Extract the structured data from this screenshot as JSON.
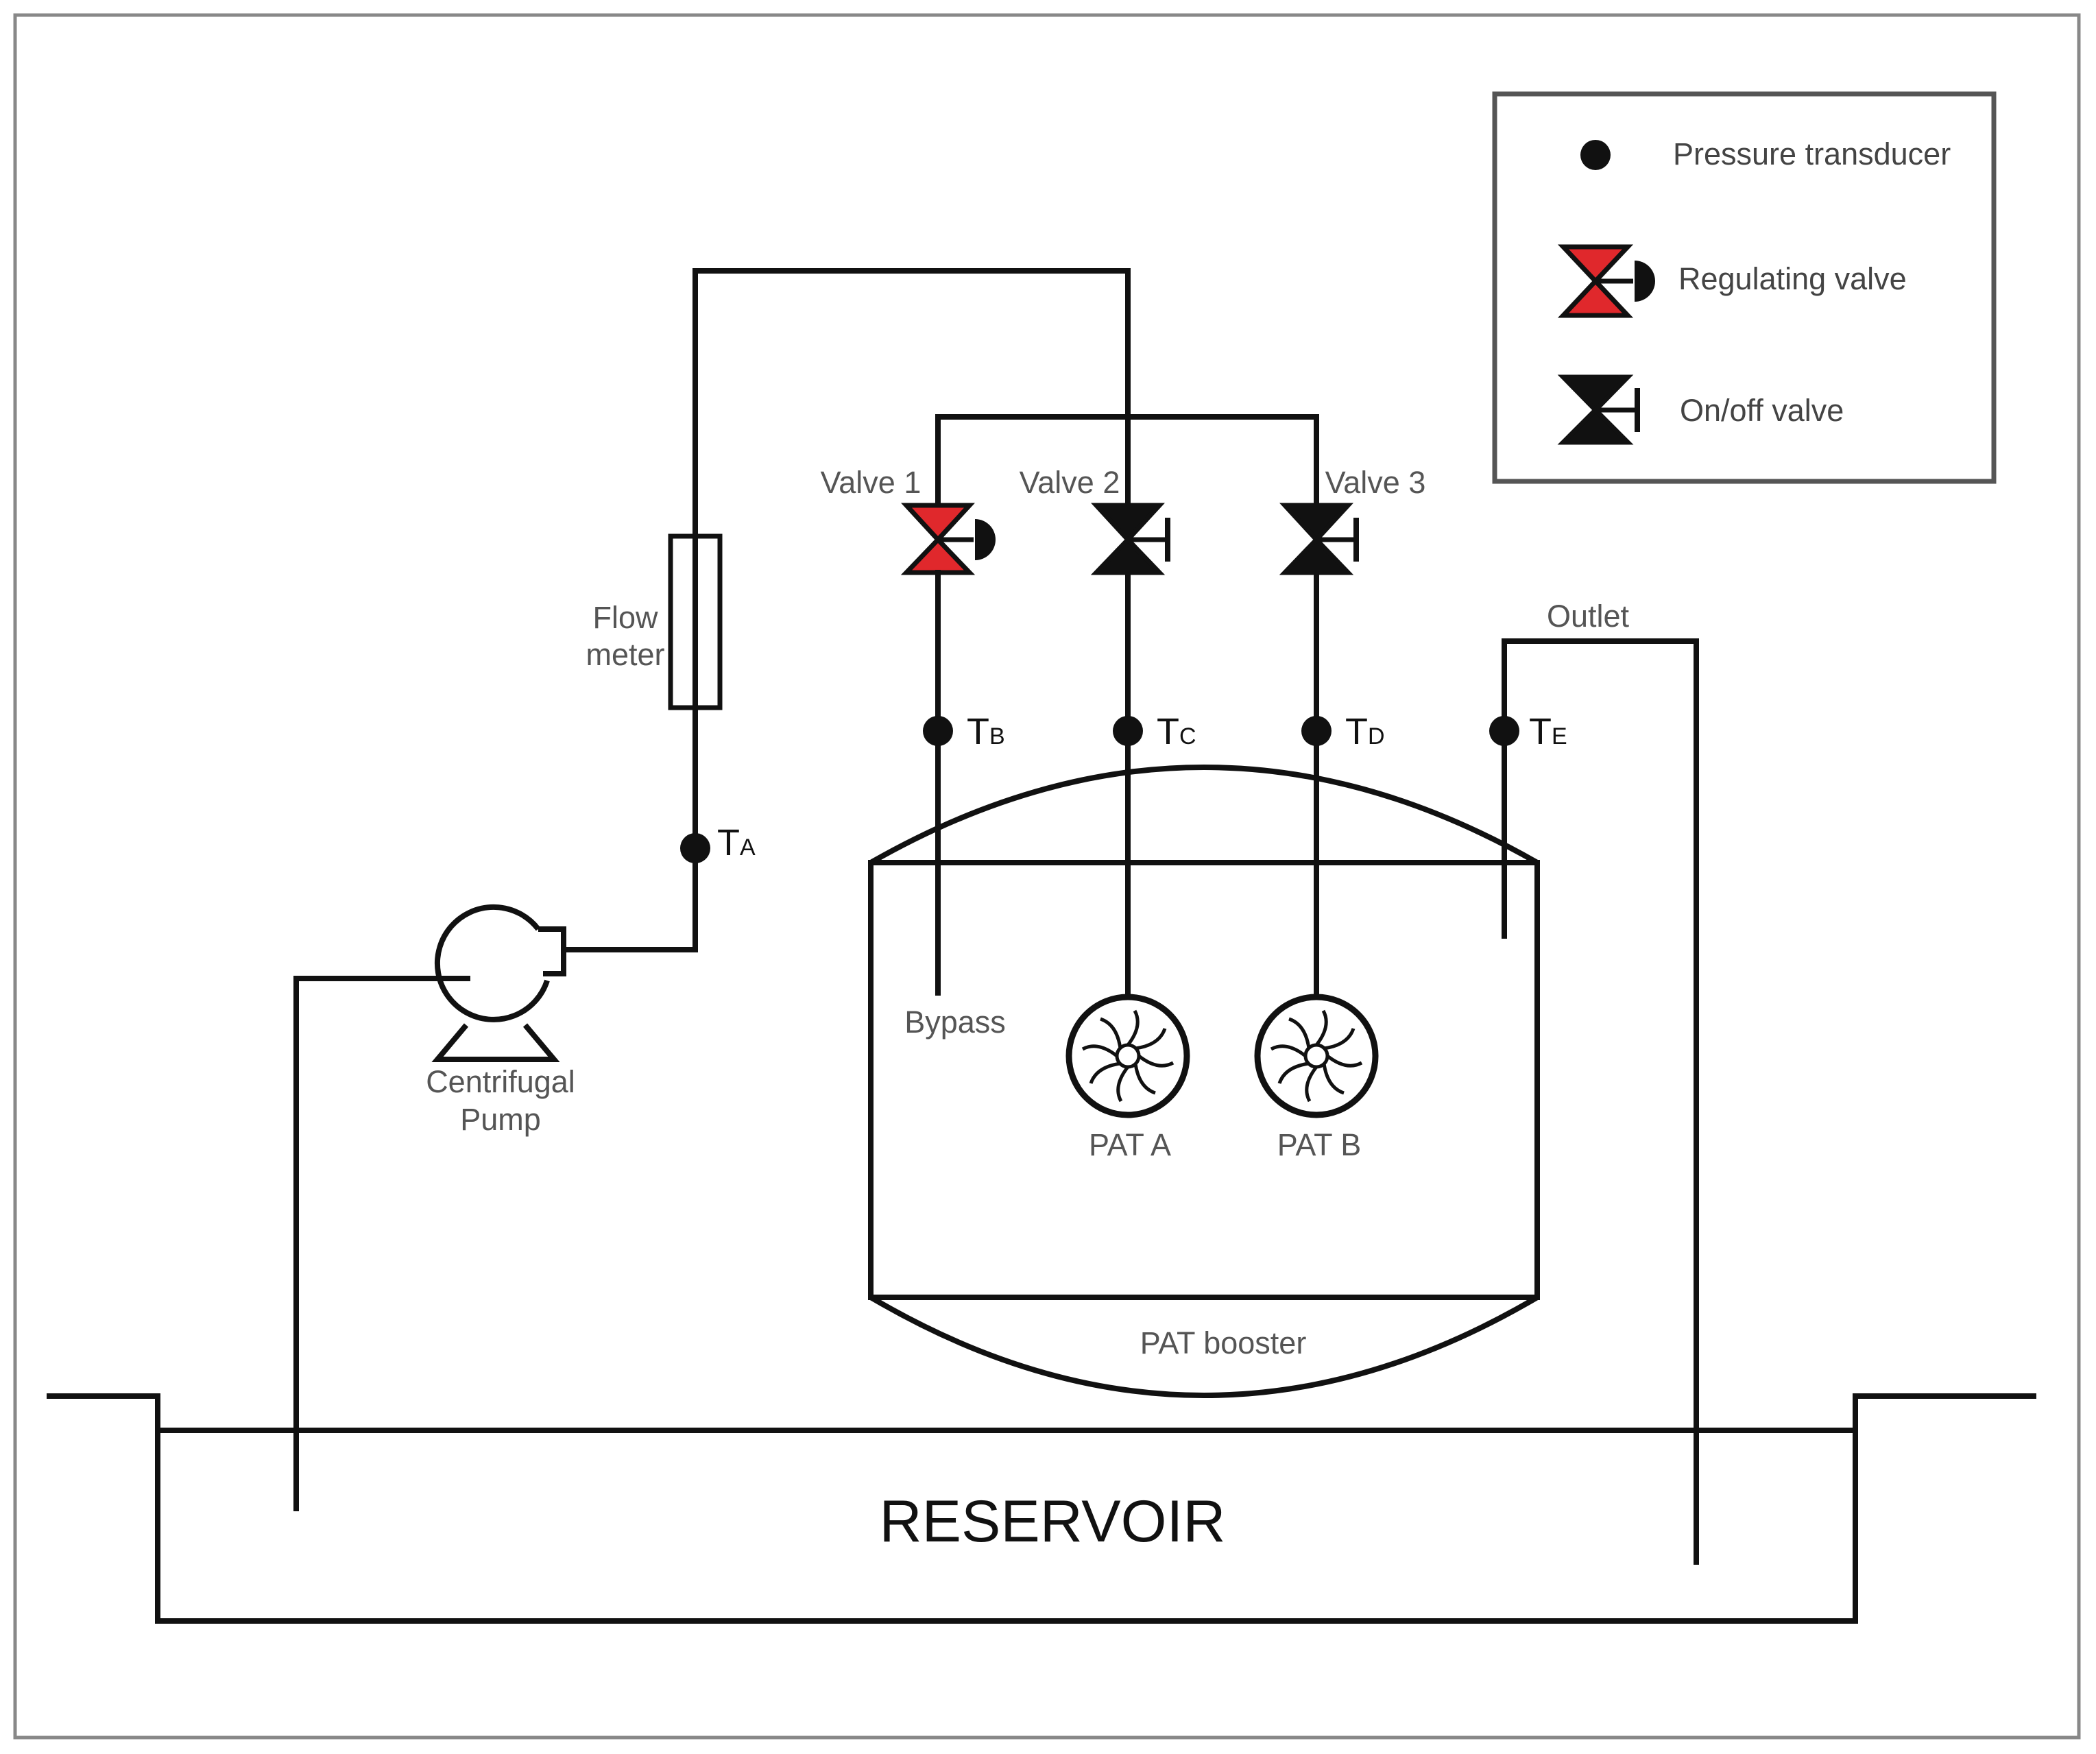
{
  "labels": {
    "flow_meter_line1": "Flow",
    "flow_meter_line2": "meter",
    "centrifugal_pump_line1": "Centrifugal",
    "centrifugal_pump_line2": "Pump",
    "valve1": "Valve 1",
    "valve2": "Valve 2",
    "valve3": "Valve 3",
    "outlet": "Outlet",
    "bypass": "Bypass",
    "pat_a": "PAT A",
    "pat_b": "PAT B",
    "pat_booster": "PAT booster",
    "reservoir": "RESERVOIR"
  },
  "transducers": {
    "a": {
      "main": "T",
      "sub": "A"
    },
    "b": {
      "main": "T",
      "sub": "B"
    },
    "c": {
      "main": "T",
      "sub": "C"
    },
    "d": {
      "main": "T",
      "sub": "D"
    },
    "e": {
      "main": "T",
      "sub": "E"
    }
  },
  "legend": {
    "pressure_transducer": "Pressure transducer",
    "regulating_valve": "Regulating valve",
    "onoff_valve": "On/off valve"
  },
  "colors": {
    "regulating_valve": "#e0282c",
    "line": "#111111",
    "frame": "#888888",
    "legend_border": "#555555"
  }
}
